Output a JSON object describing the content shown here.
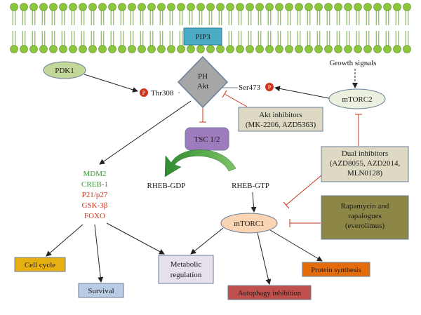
{
  "colors": {
    "membrane": "#8cc63f",
    "pip3_fill": "#4bacc6",
    "pdk1_fill": "#c4d79b",
    "akt_fill": "#a6a6a6",
    "tsc_fill": "#9e7bbd",
    "mtorc1_fill": "#fbd4b4",
    "mtorc2_fill": "#ebf1de",
    "inhibitor_fill": "#ddd9c3",
    "rapamycin_fill": "#8c8747",
    "cell_cycle_fill": "#e6b012",
    "survival_fill": "#b8cce4",
    "metabolic_fill": "#e5e0ec",
    "autophagy_fill": "#c0504d",
    "protein_fill": "#e46c0a",
    "inhibit_line": "#cc3319",
    "green_text": "#3a9a3a",
    "red_text": "#cc3319"
  },
  "nodes": {
    "pip3": "PIP3",
    "pdk1": "PDK1",
    "pakt_line1": "PH",
    "pakt_line2": "Akt",
    "p_marker": "P",
    "thr308": "Thr308",
    "ser473": "Ser473",
    "growth_signals": "Growth  signals",
    "mtorc2": "mTORC2",
    "akt_inhibitors_line1": "Akt inhibitors",
    "akt_inhibitors_line2": "(MK-2206, AZD5363)",
    "tsc": "TSC 1/2",
    "rheb_gdp": "RHEB-GDP",
    "rheb_gtp": "RHEB-GTP",
    "dual_line1": "Dual inhibitors",
    "dual_line2": "(AZD8055, AZD2014,",
    "dual_line3": "MLN0128)",
    "rapa_line1": "Rapamycin and",
    "rapa_line2": "rapalogues",
    "rapa_line3": "(everolimus)",
    "mtorc1": "mTORC1",
    "targets": [
      "MDM2",
      "CREB-1",
      "P21/p27",
      "GSK-3β",
      "FOXO"
    ],
    "cell_cycle": "Cell cycle",
    "survival": "Survival",
    "metabolic_line1": "Metabolic",
    "metabolic_line2": "regulation",
    "autophagy": "Autophagy inhibition",
    "protein_synthesis": "Protein synthesis"
  }
}
